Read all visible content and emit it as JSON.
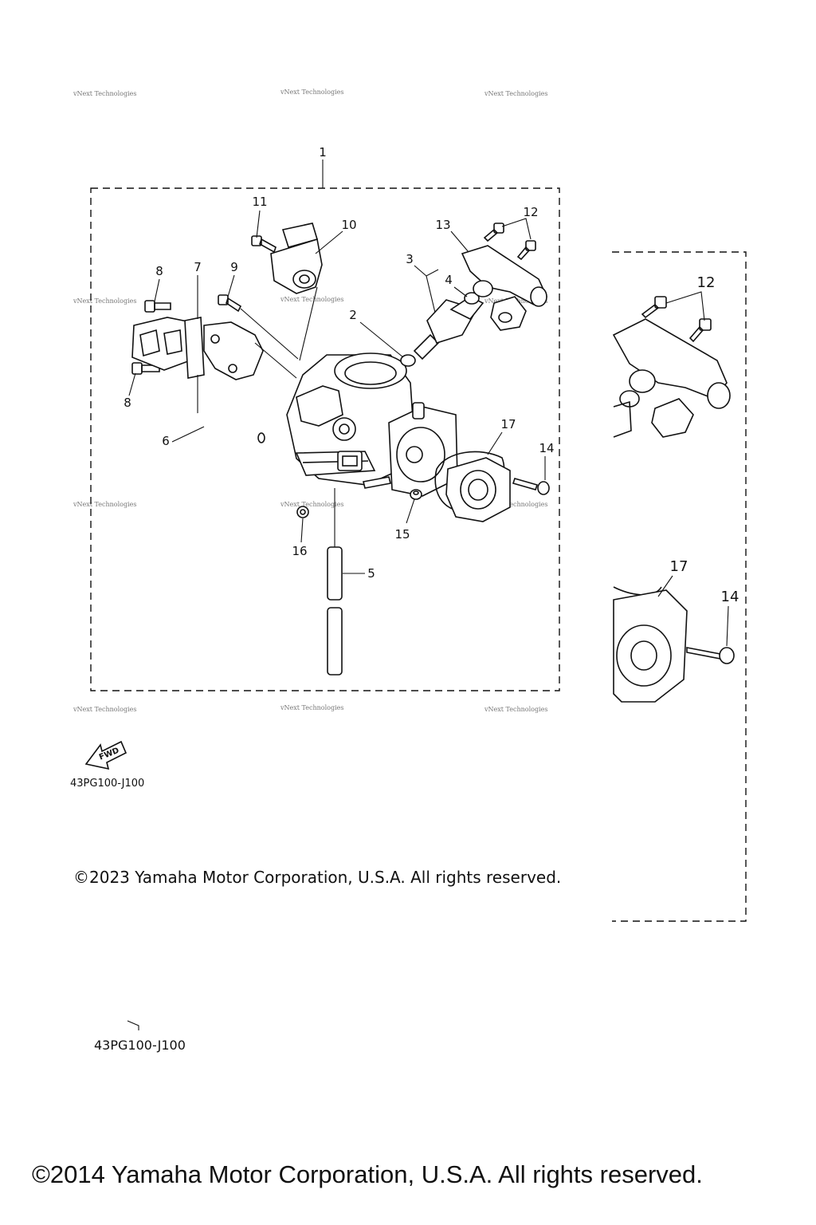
{
  "watermark_text": "vNext Technologies",
  "callouts": {
    "c1": "1",
    "c2": "2",
    "c3": "3",
    "c4": "4",
    "c5": "5",
    "c6": "6",
    "c7": "7",
    "c8a": "8",
    "c8b": "8",
    "c9": "9",
    "c10": "10",
    "c11": "11",
    "c12": "12",
    "c13": "13",
    "c14": "14",
    "c15": "15",
    "c16": "16",
    "c17": "17"
  },
  "inset_callouts": {
    "c12": "12",
    "c17": "17",
    "c14": "14"
  },
  "fwd_label": "FWD",
  "diagram_code": "43PG100-J100",
  "diagram_code_duplicate": "43PG100-J100",
  "copyright_2023": "©2023 Yamaha Motor Corporation, U.S.A. All rights reserved.",
  "copyright_2014": "©2014 Yamaha Motor Corporation, U.S.A. All rights reserved."
}
